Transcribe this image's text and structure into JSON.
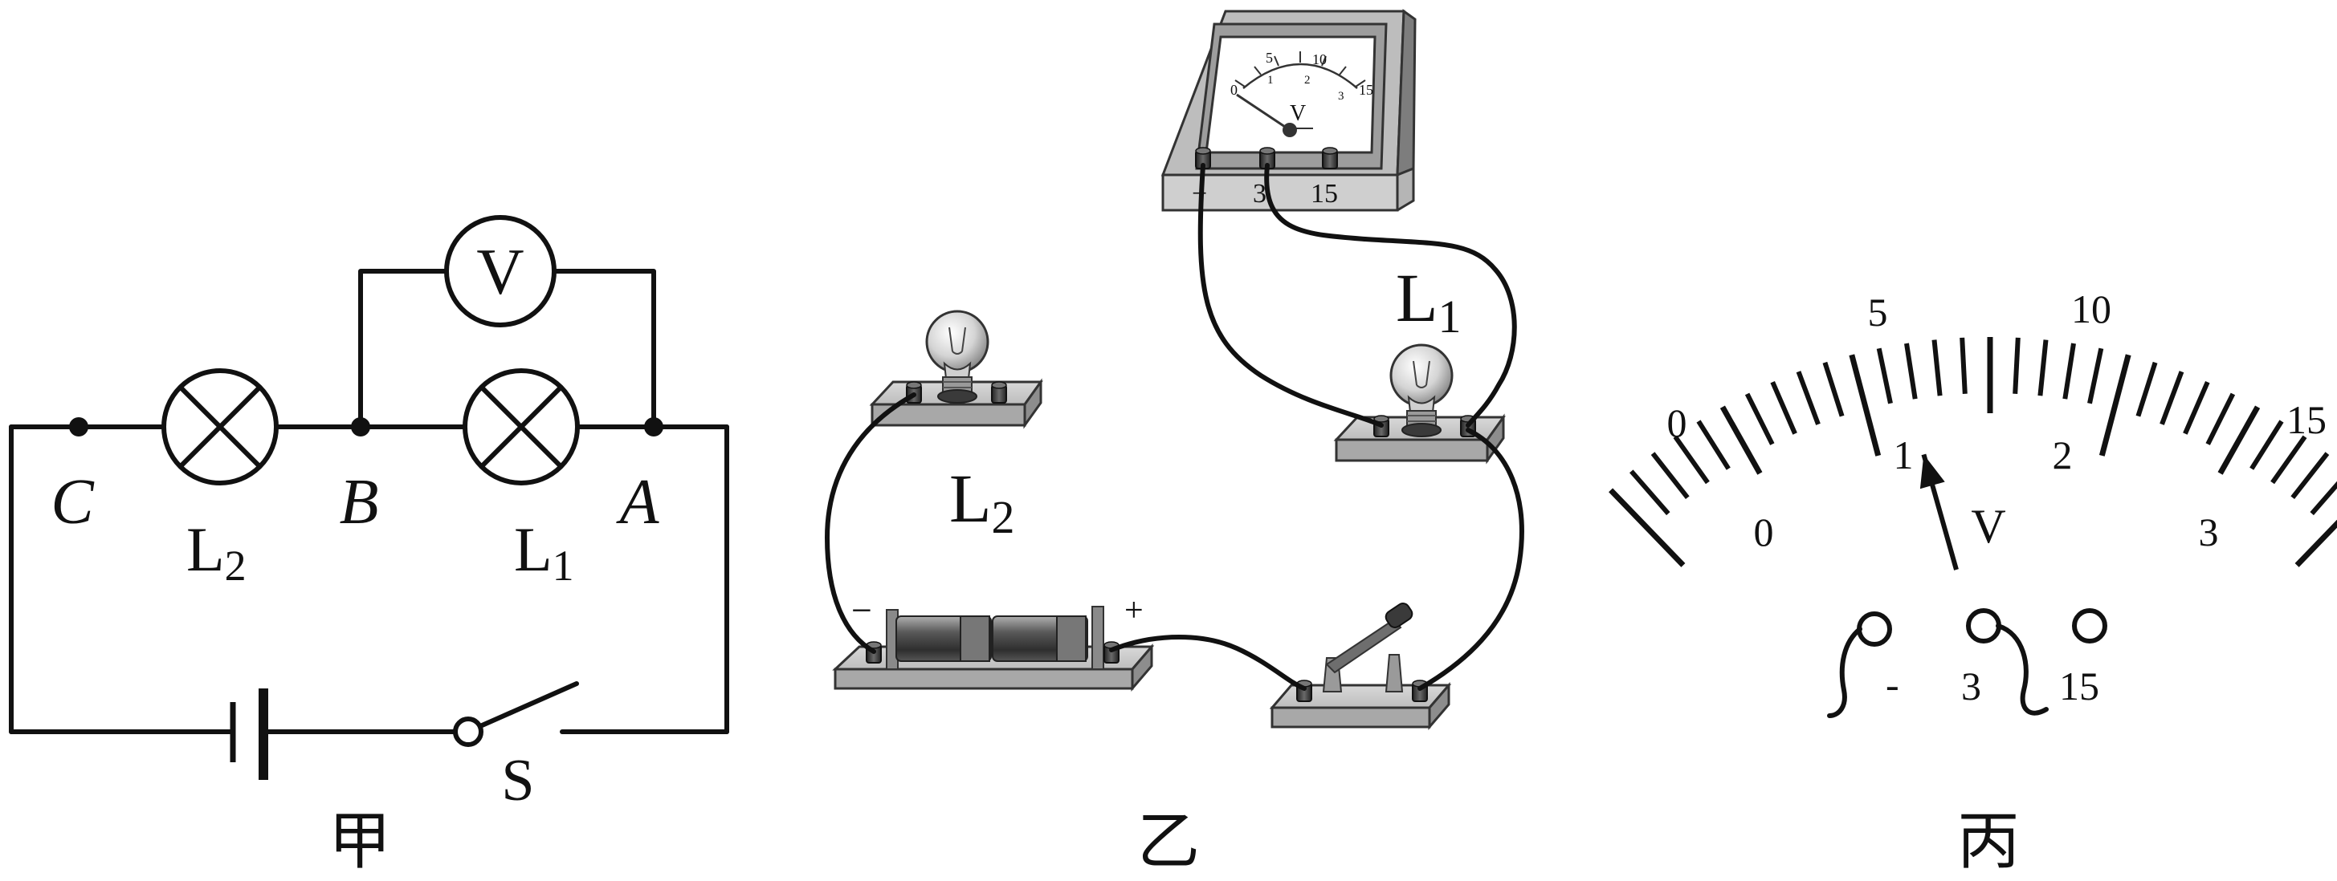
{
  "panels": {
    "jia": {
      "caption": "甲",
      "points": {
        "A": "A",
        "B": "B",
        "C": "C"
      },
      "lamp1": {
        "letter": "L",
        "sub": "1"
      },
      "lamp2": {
        "letter": "L",
        "sub": "2"
      },
      "voltmeter": "V",
      "switch": "S"
    },
    "yi": {
      "caption": "乙",
      "meter": {
        "terminals": [
          "−",
          "3",
          "15"
        ],
        "unit": "V",
        "scale_big": [
          "0",
          "5",
          "10",
          "15"
        ],
        "scale_small": [
          "1",
          "2",
          "3"
        ]
      },
      "lamp1": {
        "letter": "L",
        "sub": "1"
      },
      "lamp2": {
        "letter": "L",
        "sub": "2"
      },
      "battery": {
        "neg": "−",
        "pos": "+"
      }
    },
    "bing": {
      "caption": "丙",
      "scale_big": [
        "0",
        "5",
        "10",
        "15"
      ],
      "scale_small": [
        "0",
        "1",
        "2",
        "3"
      ],
      "unit": "V",
      "terminals": [
        "-",
        "3",
        "15"
      ],
      "pointer_reading": 1.2,
      "pointer_range": 3
    }
  }
}
